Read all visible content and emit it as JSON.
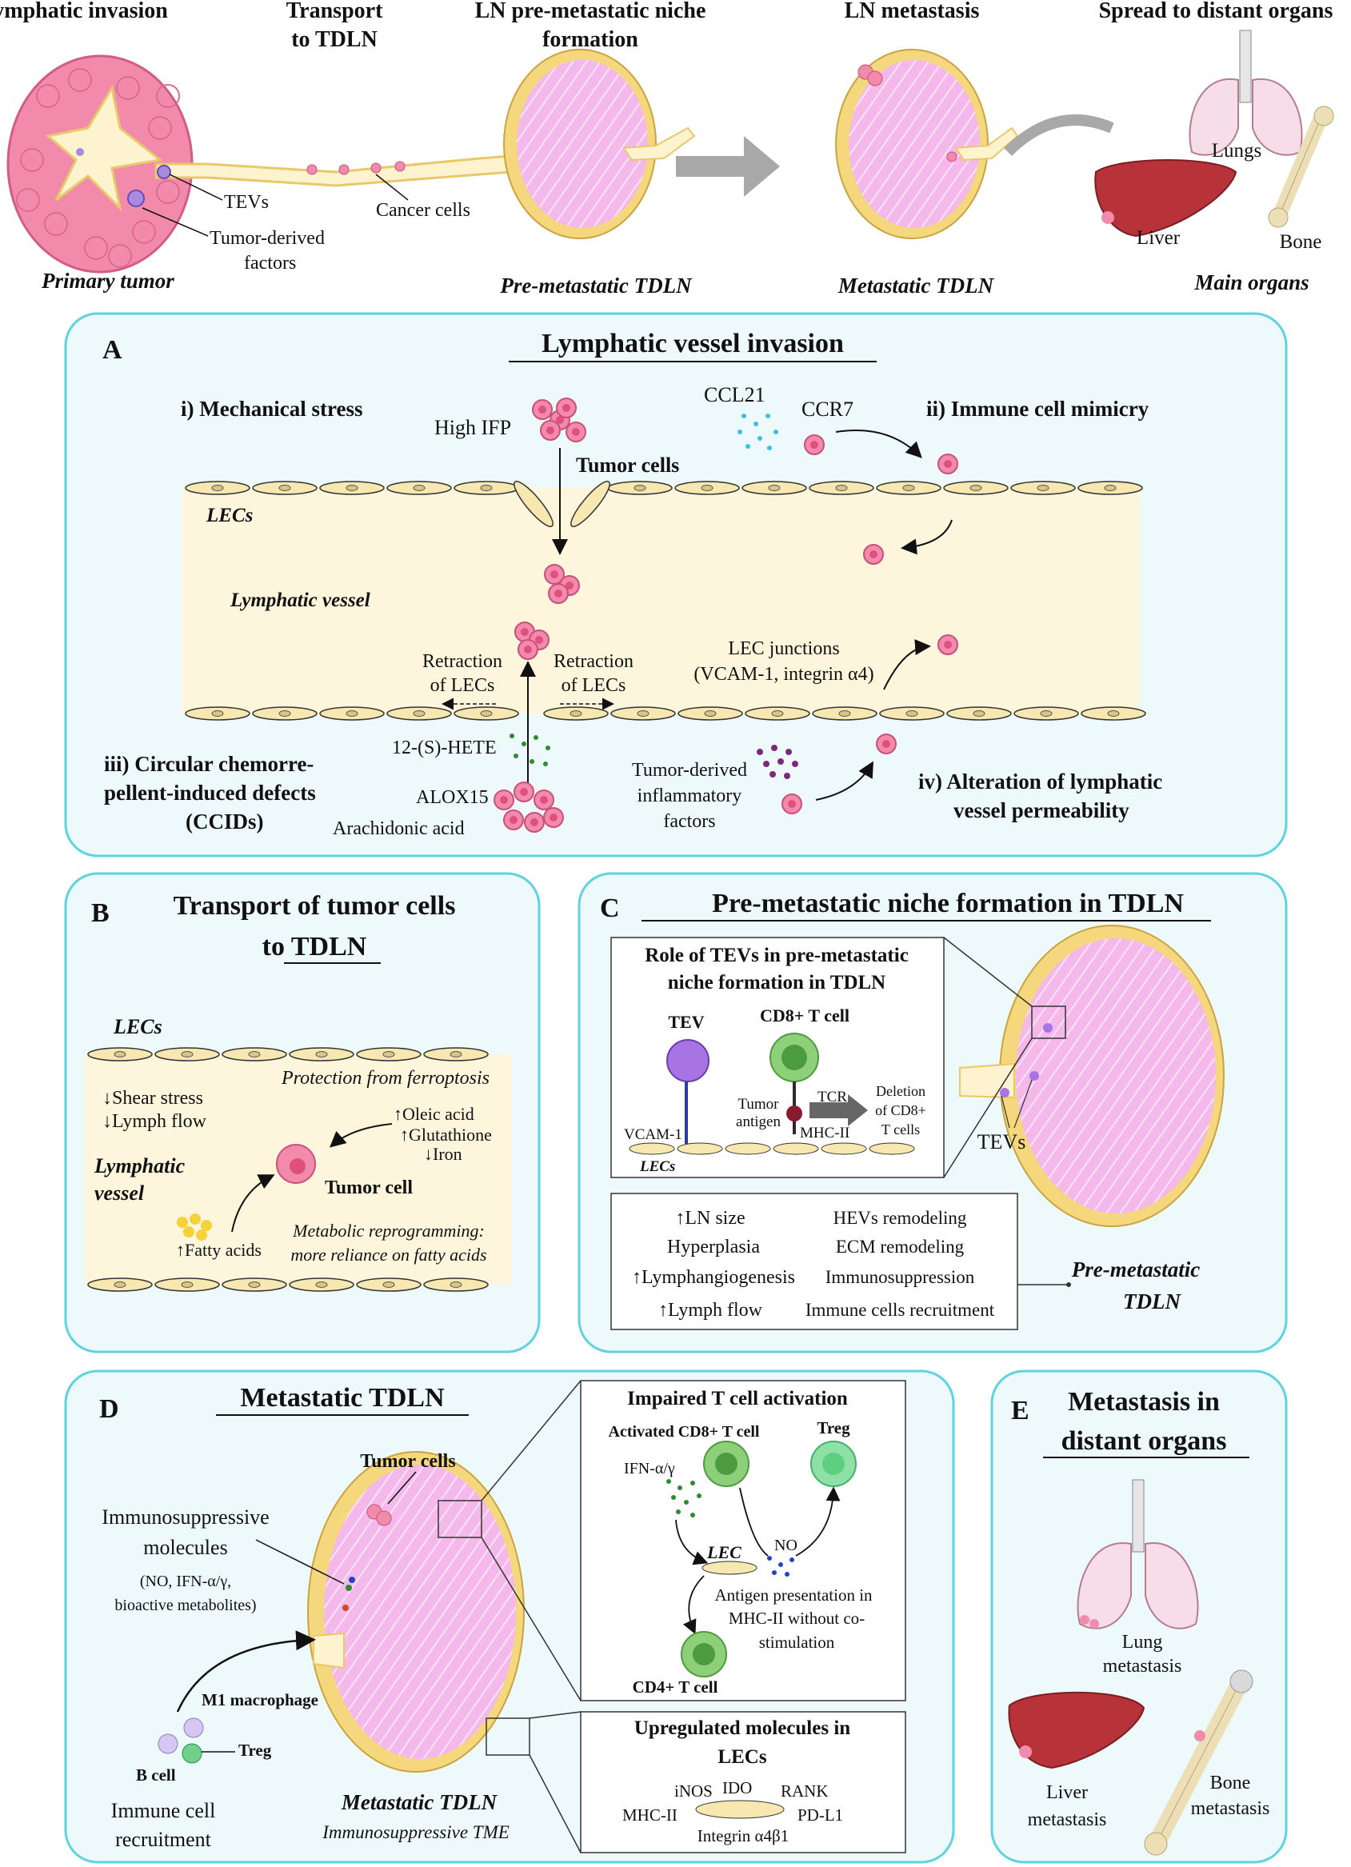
{
  "top": {
    "stage1": "Lymphatic invasion",
    "stage2a": "Transport",
    "stage2b": "to TDLN",
    "stage3a": "LN pre-metastatic niche",
    "stage3b": "formation",
    "stage4": "LN metastasis",
    "stage5": "Spread to distant organs",
    "tevs": "TEVs",
    "tdf1": "Tumor-derived",
    "tdf2": "factors",
    "cancer_cells": "Cancer cells",
    "primary_tumor": "Primary tumor",
    "pre_tdln": "Pre-metastatic TDLN",
    "met_tdln": "Metastatic TDLN",
    "lungs": "Lungs",
    "liver": "Liver",
    "bone": "Bone",
    "main_organs": "Main organs"
  },
  "panelA": {
    "letter": "A",
    "title": "Lymphatic vessel invasion",
    "mech": "i) Mechanical stress",
    "high_ifp": "High IFP",
    "tumor_cells": "Tumor cells",
    "ccl21": "CCL21",
    "ccr7": "CCR7",
    "mimicry": "ii) Immune cell mimicry",
    "lecs": "LECs",
    "lymph_vessel": "Lymphatic vessel",
    "retraction1a": "Retraction",
    "retraction1b": "of LECs",
    "retraction2a": "Retraction",
    "retraction2b": "of LECs",
    "lec_junc1": "LEC junctions",
    "lec_junc2": "(VCAM-1, integrin α4)",
    "ccid1": "iii) Circular chemorre-",
    "ccid2": "pellent-induced defects",
    "ccid3": "(CCIDs)",
    "hete": "12-(S)-HETE",
    "alox": "ALOX15",
    "arach": "Arachidonic acid",
    "tdinf1": "Tumor-derived",
    "tdinf2": "inflammatory",
    "tdinf3": "factors",
    "perm1": "iv) Alteration of lymphatic",
    "perm2": "vessel permeability"
  },
  "panelB": {
    "letter": "B",
    "title1": "Transport of tumor cells",
    "title2": "to TDLN",
    "lecs": "LECs",
    "shear": "↓Shear stress",
    "flow": "↓Lymph flow",
    "ferro": "Protection from ferroptosis",
    "oleic": "↑Oleic acid",
    "gluta": "↑Glutathione",
    "iron": "↓Iron",
    "lymph1": "Lymphatic",
    "lymph2": "vessel",
    "tumor_cell": "Tumor cell",
    "fatty": "↑Fatty acids",
    "meta1": "Metabolic reprogramming:",
    "meta2": "more reliance on fatty acids"
  },
  "panelC": {
    "letter": "C",
    "title": "Pre-metastatic niche formation in TDLN",
    "box1": "Role of TEVs in pre-metastatic",
    "box2": "niche formation in TDLN",
    "tev": "TEV",
    "cd8": "CD8+ T cell",
    "tumor": "Tumor",
    "antigen": "antigen",
    "tcr": "TCR",
    "mhc": "MHC-II",
    "vcam": "VCAM-1",
    "lecs": "LECs",
    "del1": "Deletion",
    "del2": "of CD8+",
    "del3": "T cells",
    "tevs": "TEVs",
    "ln_size": "↑LN size",
    "hyper": "Hyperplasia",
    "lymphang": "↑Lymphangiogenesis",
    "lflow": "↑Lymph flow",
    "hevs": "HEVs remodeling",
    "ecm": "ECM remodeling",
    "immsup": "Immunosuppression",
    "recruit": "Immune cells recruitment",
    "pre1": "Pre-metastatic",
    "pre2": "TDLN"
  },
  "panelD": {
    "letter": "D",
    "title": "Metastatic TDLN",
    "tumor_cells": "Tumor cells",
    "immsup1": "Immunosuppressive",
    "immsup2": "molecules",
    "immsup3": "(NO, IFN-α/γ,",
    "immsup4": "bioactive metabolites)",
    "m1": "M1 macrophage",
    "bcell": "B cell",
    "treg": "Treg",
    "recruit1": "Immune cell",
    "recruit2": "recruitment",
    "met_tdln": "Metastatic TDLN",
    "tme": "Immunosuppressive TME",
    "impaired": "Impaired T cell activation",
    "act_cd8": "Activated CD8+ T cell",
    "treg2": "Treg",
    "ifn": "IFN-α/γ",
    "no": "NO",
    "lec": "LEC",
    "ap1": "Antigen presentation in",
    "ap2": "MHC-II without co-",
    "ap3": "stimulation",
    "cd4": "CD4+ T cell",
    "up1": "Upregulated molecules in",
    "up2": "LECs",
    "inos": "iNOS",
    "ido": "IDO",
    "rank": "RANK",
    "mhc2": "MHC-II",
    "pdl1": "PD-L1",
    "integrin": "Integrin α4β1"
  },
  "panelE": {
    "letter": "E",
    "title1": "Metastasis in",
    "title2": "distant organs",
    "lung1": "Lung",
    "lung2": "metastasis",
    "liver1": "Liver",
    "liver2": "metastasis",
    "bone1": "Bone",
    "bone2": "metastasis"
  },
  "colors": {
    "panel_border": "#5fd3e0",
    "vessel_fill": "#fdf6dc",
    "tumor_pink": "#f28bab",
    "ln_pink": "#f4b8ea",
    "ln_rim": "#f5d77e"
  }
}
